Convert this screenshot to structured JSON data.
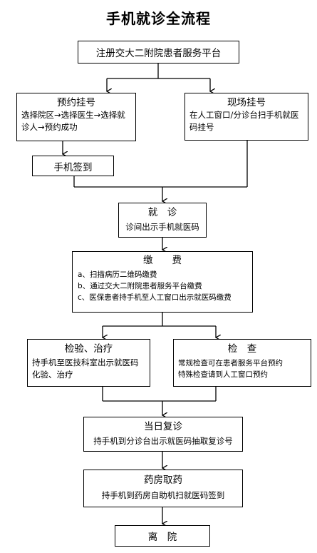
{
  "title": "手机就诊全流程",
  "register": "注册交大二附院患者服务平台",
  "appointment": {
    "heading": "预约挂号",
    "detail": "选择院区→选择医生→选择就诊人→预约成功"
  },
  "onsite": {
    "heading": "现场挂号",
    "detail": "在人工窗口/分诊台扫手机就医码挂号"
  },
  "checkin": "手机签到",
  "consult": {
    "heading": "就　诊",
    "detail": "诊间出示手机就医码"
  },
  "payment": {
    "heading": "缴　　费",
    "items": [
      "a、扫描病历二维码缴费",
      "b、通过交大二附院患者服务平台缴费",
      "c、医保患者持手机至人工窗口出示就医码缴费"
    ]
  },
  "lab": {
    "heading": "检验、治疗",
    "detail": "持手机至医技科室出示就医码化验、治疗"
  },
  "exam": {
    "heading": "检　查",
    "line1": "常规检查可在患者服务平台预约",
    "line2": "特殊检查请到人工窗口预约"
  },
  "followup": {
    "heading": "当日复诊",
    "detail": "持手机到分诊台出示就医码抽取复诊号"
  },
  "pharmacy": {
    "heading": "药房取药",
    "detail": "持手机到药房自助机扫就医码签到"
  },
  "leave": "离　院"
}
